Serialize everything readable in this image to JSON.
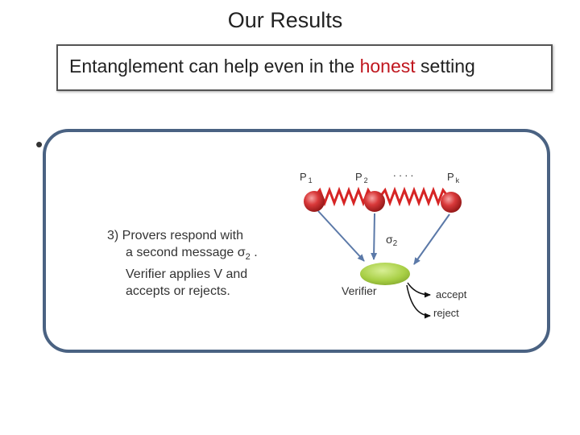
{
  "slide": {
    "title": "Our Results",
    "banner": {
      "before": "Entanglement can help even in the ",
      "highlight": "honest",
      "after": " setting"
    },
    "bullet": "•",
    "step": {
      "line1": "3) Provers respond with",
      "line2": "a second message σ",
      "line2_sub": "2",
      "line2_end": " .",
      "line3": "Verifier applies V and",
      "line4": "accepts or rejects."
    }
  },
  "diagram": {
    "provers": [
      {
        "label": "P",
        "sub": "1"
      },
      {
        "label": "P",
        "sub": "2"
      },
      {
        "label": "P",
        "sub": "k"
      }
    ],
    "ellipsis": ". . . .",
    "message_label": "σ",
    "message_sub": "2",
    "verifier_label": "Verifier",
    "outcomes": [
      "accept",
      "reject"
    ],
    "colors": {
      "prover_ball": "#d9393a",
      "entanglement_line": "#d62424",
      "verifier_ellipse": "#a8cf45",
      "arrow": "#5b79a8",
      "panel_border": "#4a6282",
      "highlight": "#c0171f"
    }
  }
}
